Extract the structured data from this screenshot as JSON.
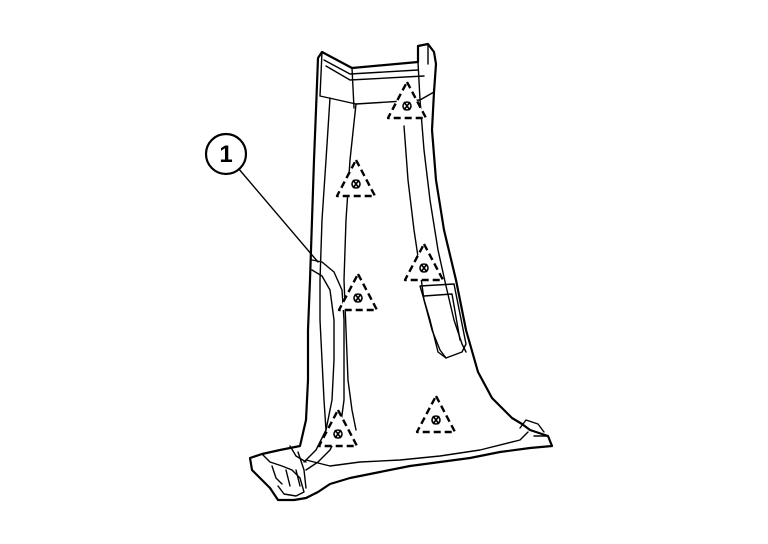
{
  "callouts": [
    {
      "id": "callout-1",
      "label": "1"
    }
  ],
  "clip_count": 6,
  "colors": {
    "line": "#000000",
    "background": "#ffffff"
  }
}
